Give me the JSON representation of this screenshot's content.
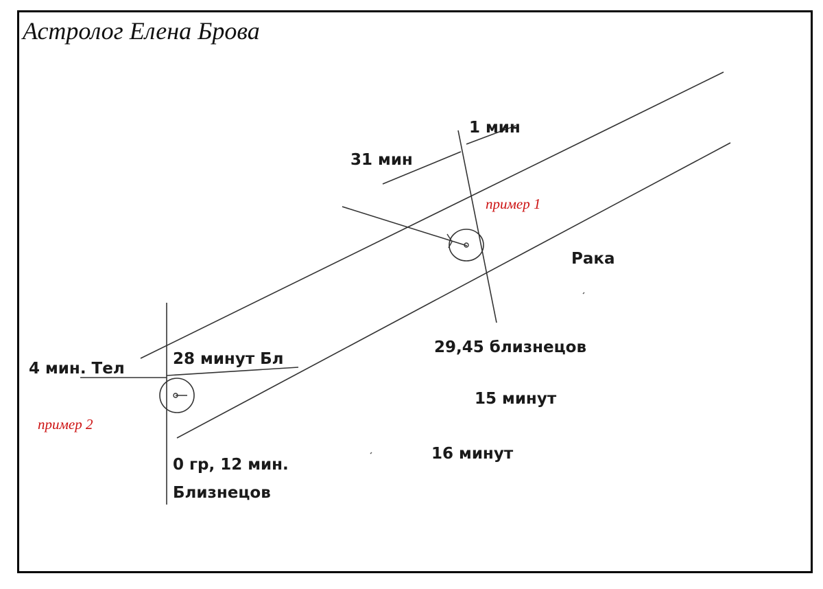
{
  "title": "Астролог Елена Брова",
  "labels": {
    "one_min": "1 мин",
    "thirty_one_min": "31 мин",
    "raka": "Рака",
    "twenty_nine_45": "29,45 близнецов",
    "fifteen_min": "15 минут",
    "sixteen_min": "16 минут",
    "four_min_tel": "4 мин. Тел",
    "twenty_eight_min": "28 минут Бл",
    "zero_gr_line1": "0 гр, 12 мин.",
    "zero_gr_line2": "Близнецов"
  },
  "notes": {
    "example1": "пример 1",
    "example2": "пример 2",
    "color": "#cc1111"
  }
}
